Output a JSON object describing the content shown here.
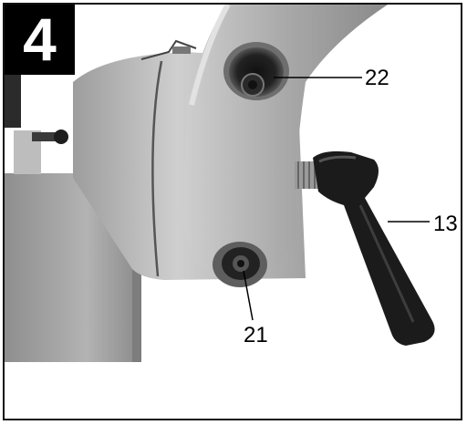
{
  "figure": {
    "number": "4",
    "callouts": {
      "c22": "22",
      "c13": "13",
      "c21": "21"
    }
  }
}
